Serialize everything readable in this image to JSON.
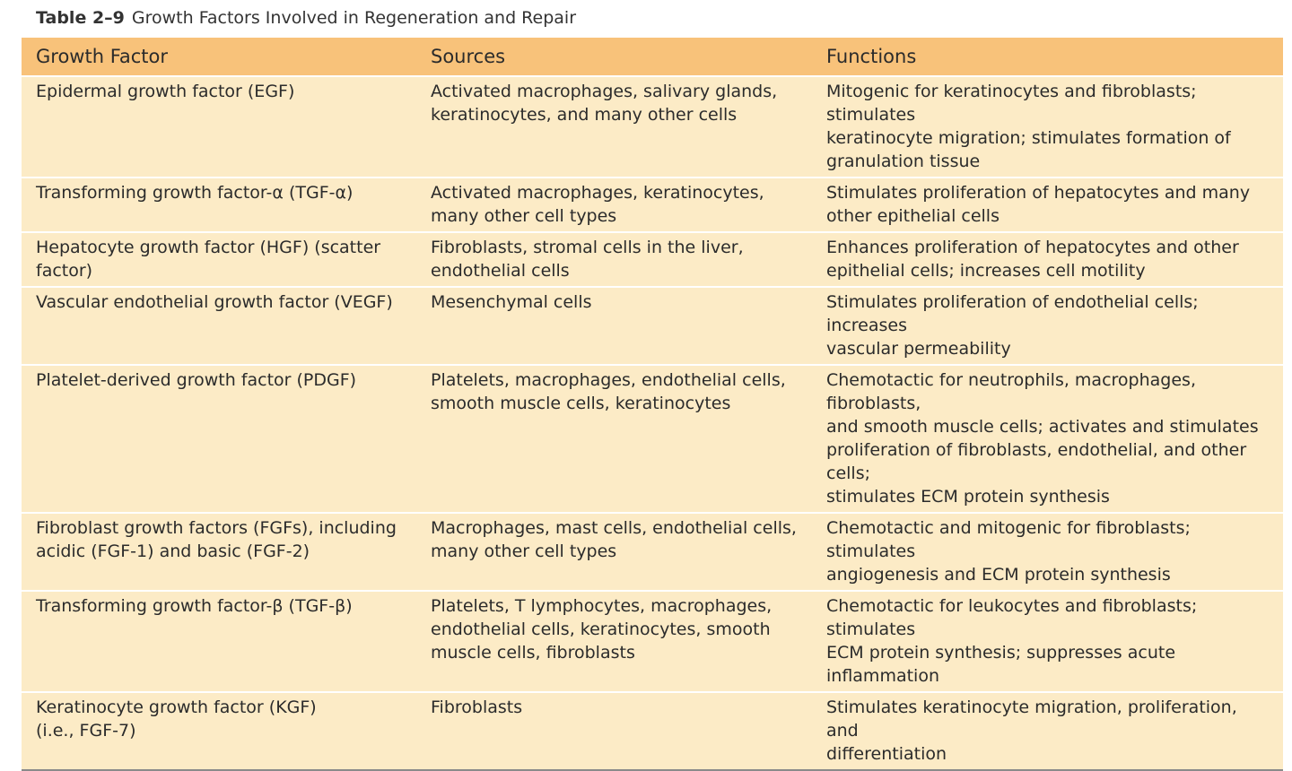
{
  "caption": {
    "label": "Table 2–9",
    "title": "Growth Factors Involved in Regeneration and Repair"
  },
  "table": {
    "headers": [
      "Growth Factor",
      "Sources",
      "Functions"
    ],
    "rows": [
      {
        "factor": "Epidermal growth factor (EGF)",
        "sources": "Activated macrophages, salivary glands,\nkeratinocytes, and many other cells",
        "functions": "Mitogenic for keratinocytes and fibroblasts; stimulates\nkeratinocyte migration; stimulates formation of\ngranulation tissue"
      },
      {
        "factor": "Transforming growth factor-α (TGF-α)",
        "sources": "Activated macrophages, keratinocytes,\nmany other cell types",
        "functions": "Stimulates proliferation of hepatocytes and many\nother epithelial cells"
      },
      {
        "factor": "Hepatocyte growth factor (HGF) (scatter\nfactor)",
        "sources": "Fibroblasts, stromal cells in the liver,\nendothelial cells",
        "functions": "Enhances proliferation of hepatocytes and other\nepithelial cells; increases cell motility"
      },
      {
        "factor": "Vascular endothelial growth factor (VEGF)",
        "sources": "Mesenchymal cells",
        "functions": "Stimulates proliferation of endothelial cells; increases\nvascular permeability"
      },
      {
        "factor": "Platelet-derived growth factor (PDGF)",
        "sources": "Platelets, macrophages, endothelial cells,\nsmooth muscle cells, keratinocytes",
        "functions": "Chemotactic for neutrophils, macrophages, fibroblasts,\nand smooth muscle cells; activates and stimulates\nproliferation of fibroblasts, endothelial, and other cells;\nstimulates ECM protein synthesis"
      },
      {
        "factor": "Fibroblast growth factors (FGFs), including\nacidic (FGF-1) and basic (FGF-2)",
        "sources": "Macrophages, mast cells, endothelial cells,\nmany other cell types",
        "functions": "Chemotactic and mitogenic for fibroblasts; stimulates\nangiogenesis and ECM protein synthesis"
      },
      {
        "factor": "Transforming growth factor-β (TGF-β)",
        "sources": "Platelets, T lymphocytes, macrophages,\nendothelial cells, keratinocytes, smooth\nmuscle cells, fibroblasts",
        "functions": "Chemotactic for leukocytes and fibroblasts; stimulates\nECM protein synthesis; suppresses acute inflammation"
      },
      {
        "factor": "Keratinocyte growth factor (KGF)\n(i.e., FGF-7)",
        "sources": "Fibroblasts",
        "functions": "Stimulates keratinocyte migration, proliferation, and\ndifferentiation"
      }
    ]
  }
}
